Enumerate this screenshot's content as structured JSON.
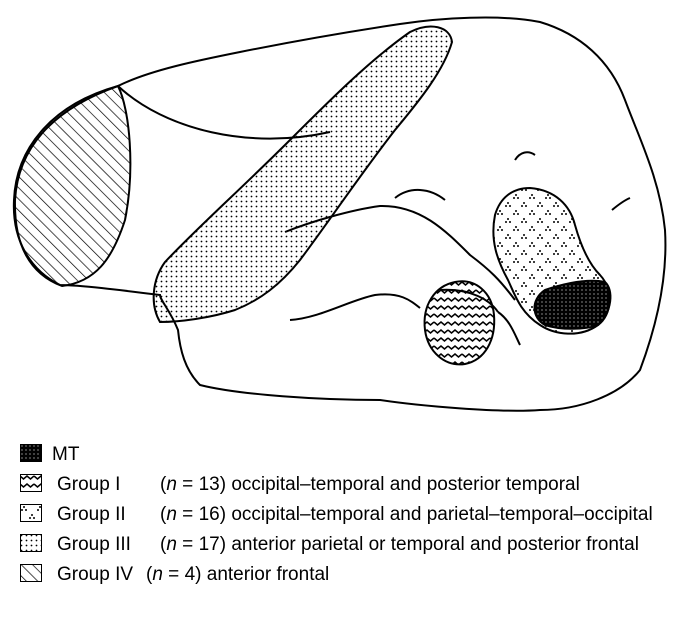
{
  "legend": [
    {
      "pattern": "mt",
      "group": "MT",
      "n": "",
      "description": ""
    },
    {
      "pattern": "wavy",
      "group": "Group I",
      "n": "13",
      "description": "occipital–temporal and posterior temporal"
    },
    {
      "pattern": "triangles",
      "group": "Group II",
      "n": "16",
      "description": "occipital–temporal and parietal–temporal–occipital"
    },
    {
      "pattern": "dots",
      "group": "Group III",
      "n": "17",
      "description": "anterior parietal or temporal and posterior frontal"
    },
    {
      "pattern": "hatch",
      "group": "Group IV",
      "n": "4",
      "description": "anterior frontal"
    }
  ],
  "colors": {
    "ink": "#000000",
    "background": "#ffffff"
  }
}
